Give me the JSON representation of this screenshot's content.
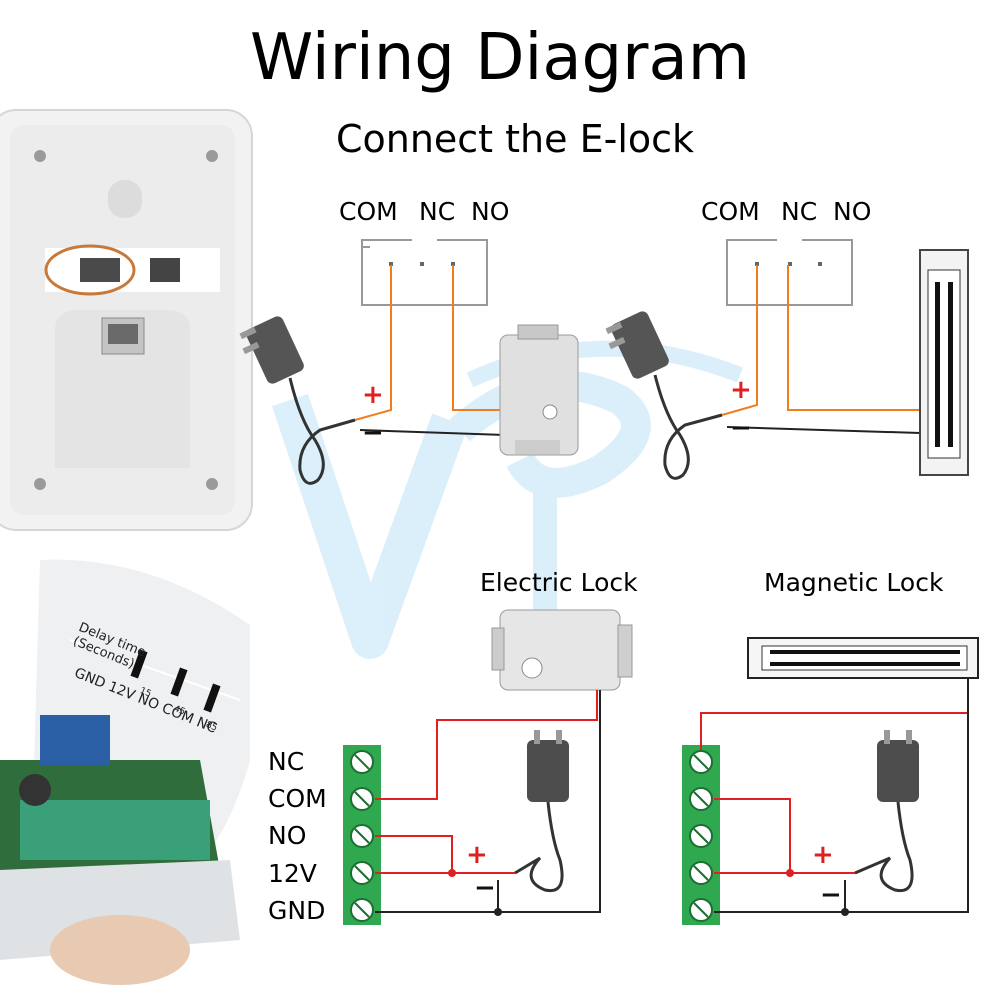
{
  "header": {
    "title": "Wiring Diagram",
    "subtitle": "Connect the E-lock"
  },
  "top_relay_labels": [
    "COM",
    "NC",
    "NO"
  ],
  "bottom": {
    "electric_lock_label": "Electric Lock",
    "magnetic_lock_label": "Magnetic Lock",
    "terminal_rows": [
      "NC",
      "COM",
      "NO",
      "12V",
      "GND"
    ]
  },
  "module_label": {
    "delay": "Delay time",
    "seconds": "(Seconds)",
    "t1": "15",
    "t2": "45",
    "t3": "85",
    "terminals": "GND 12V NO COM NC"
  },
  "polarity": {
    "plus": "+",
    "minus": "−"
  },
  "colors": {
    "orange_wire": "#f07d1e",
    "red_wire": "#e02020",
    "black_wire": "#222222",
    "terminal_green": "#2fa84f",
    "watermark": "#bfe3f7"
  }
}
